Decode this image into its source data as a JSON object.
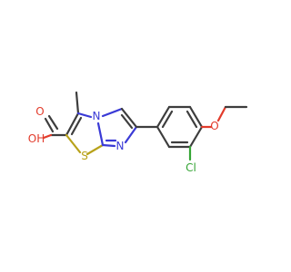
{
  "molecule": {
    "atoms": {
      "acid_oh": {
        "text": "OH",
        "color": "#e23b2b"
      },
      "acid_o": {
        "text": "O",
        "color": "#e23b2b"
      },
      "thiazole_s": {
        "text": "S",
        "color": "#b8a21a"
      },
      "bridge_n": {
        "text": "N",
        "color": "#3a3ad6"
      },
      "imidazole_n": {
        "text": "N",
        "color": "#3a3ad6"
      },
      "ether_o": {
        "text": "O",
        "color": "#e23b2b"
      },
      "chlorine": {
        "text": "Cl",
        "color": "#35a535"
      }
    },
    "bond_color": "#3d3d3d"
  }
}
